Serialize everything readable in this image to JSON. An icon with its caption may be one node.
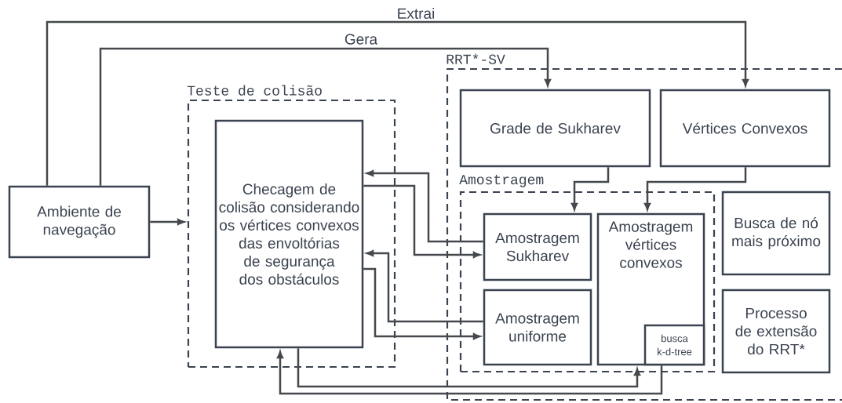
{
  "diagram": {
    "nodes": [
      {
        "text": [
          "Ambiente de navegação"
        ]
      },
      {
        "text": [
          "Teste de colisão"
        ]
      },
      {
        "text": [
          "Checagem de colisão considerando os vértices convexos das envoltórias de segurança dos obstáculos"
        ],
        "in": 1
      },
      {
        "text": [
          "RRT*-SV"
        ]
      },
      {
        "text": [
          "Grade de Sukharev"
        ],
        "in": 3
      },
      {
        "text": [
          "Vértices Convexos"
        ],
        "in": 3
      },
      {
        "text": [
          "Amostragem"
        ],
        "in": 3
      },
      {
        "text": [
          "Amostragem Sukharev"
        ],
        "in": 6
      },
      {
        "text": [
          "Amostragem vértices convexos"
        ],
        "in": 6
      },
      {
        "text": [
          "busca k-d-tree"
        ],
        "in": 8
      },
      {
        "text": [
          "Amostragem uniforme"
        ],
        "in": 6
      },
      {
        "text": [
          "Busca de nó mais próximo"
        ],
        "in": 3
      },
      {
        "text": [
          "Processo de extensão do RRT*"
        ],
        "in": 3
      }
    ],
    "edges": [
      {
        "from": 0,
        "to": 1,
        "arrow": "to"
      },
      {
        "from": 0,
        "to": 5,
        "arrow": "to",
        "label": "Extrai"
      },
      {
        "from": 0,
        "to": 4,
        "arrow": "to",
        "label": "Gera"
      },
      {
        "from": 4,
        "to": 7,
        "arrow": "to"
      },
      {
        "from": 5,
        "to": 8,
        "arrow": "to"
      },
      {
        "from": 7,
        "to": 2,
        "arrow": "to"
      },
      {
        "from": 2,
        "to": 7,
        "arrow": "to"
      },
      {
        "from": 10,
        "to": 2,
        "arrow": "to"
      },
      {
        "from": 2,
        "to": 10,
        "arrow": "to"
      },
      {
        "from": 2,
        "to": 8,
        "arrow": "to"
      },
      {
        "from": 9,
        "to": 2,
        "arrow": "to"
      }
    ]
  }
}
